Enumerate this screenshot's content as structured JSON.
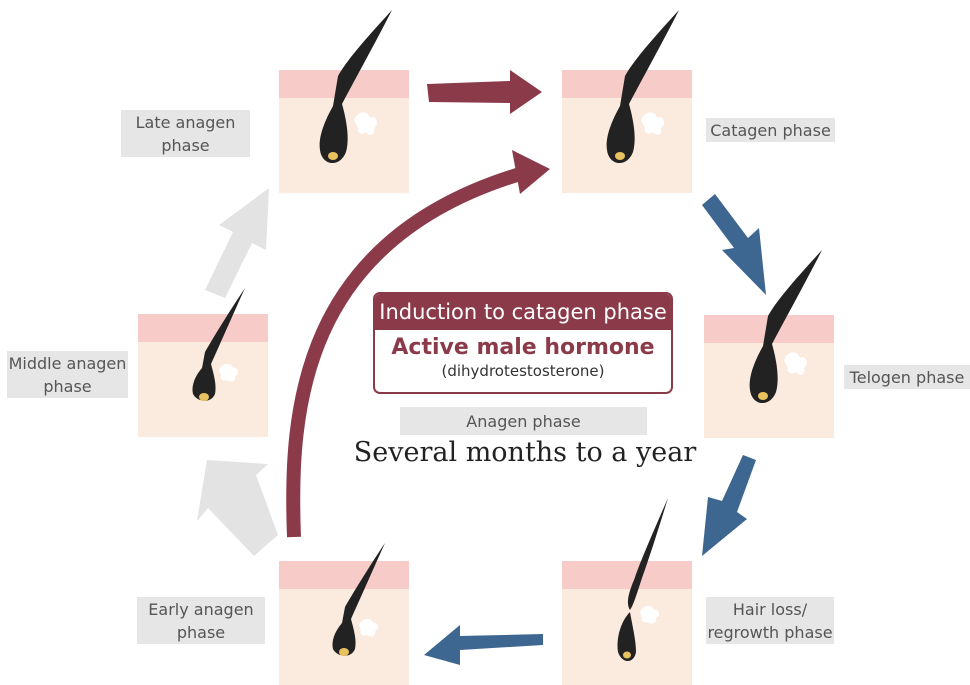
{
  "phases": {
    "late_anagen": "Late anagen\nphase",
    "catagen": "Catagen phase",
    "telogen": "Telogen phase",
    "hair_loss": "Hair loss/\nregrowth phase",
    "early_anagen": "Early anagen\nphase",
    "middle_anagen": "Middle anagen\nphase"
  },
  "center": {
    "header": "Induction to catagen phase",
    "hormone": "Active male hormone",
    "hormone_detail": "(dihydrotestosterone)",
    "anagen_label": "Anagen phase",
    "duration": "Several months to a year"
  },
  "colors": {
    "maroon_arrow": "#8b3a4a",
    "blue_arrow": "#3d6690",
    "gray_arrow": "#e3e3e3",
    "skin": "#fbeade",
    "skin_top": "#f7ccc8",
    "hair": "#222222",
    "bulb": "#e8c25e"
  }
}
